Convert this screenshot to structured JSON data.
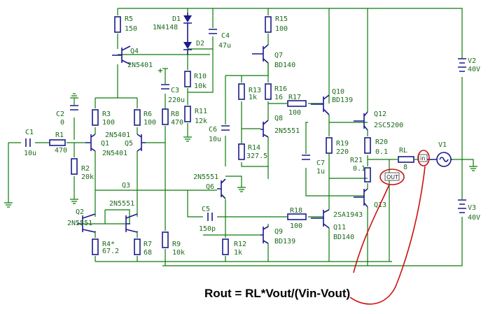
{
  "labels": {
    "R5": "R5",
    "R5_val": "150",
    "D1": "D1",
    "D1_val": "1N4148",
    "D2": "D2",
    "C4": "C4",
    "C4_val": "47u",
    "R15": "R15",
    "R15_val": "100",
    "Q4": "Q4",
    "Q4_val": "2N5401",
    "Q7": "Q7",
    "Q7_val": "BD140",
    "R10": "R10",
    "R10_val": "10k",
    "C3": "C3",
    "C3_val": "220u",
    "R13": "R13",
    "R13_val": "1k",
    "R16": "R16",
    "R16_val": "16",
    "R17": "R17",
    "R17_val": "100",
    "Q10": "Q10",
    "Q10_val": "BD139",
    "R11": "R11",
    "R11_val": "12k",
    "R8": "R8",
    "R8_val": "470",
    "R3": "R3",
    "R3_val": "100",
    "R6": "R6",
    "R6_val": "100",
    "C2": "C2",
    "C2_val": "0",
    "C1": "C1",
    "C1_val": "10u",
    "R1": "R1",
    "R1_val": "470",
    "Q1": "Q1",
    "Q1_val": "2N5401",
    "Q5": "Q5",
    "Q5_val": "2N5401",
    "Q8": "Q8",
    "Q8_val": "2N5551",
    "C6": "C6",
    "C6_val": "10u",
    "R14": "R14",
    "R14_val": "327.5",
    "R19": "R19",
    "R19_val": "220",
    "Q12": "Q12",
    "Q12_val": "2SC5200",
    "R20": "R20",
    "R20_val": "0.1",
    "RL": "RL",
    "RL_val": "8",
    "V1": "V1",
    "V2": "V2",
    "V2_val": "40V",
    "R2": "R2",
    "R2_val": "20k",
    "Q3": "Q3",
    "Q6": "Q6",
    "Q6_val": "2N5551",
    "C7": "C7",
    "C7_val": "1u",
    "R21": "R21",
    "R21_val": "0.1",
    "Q2": "Q2",
    "Q2_val": "2N5551",
    "Q2b_val": "2N5551",
    "C5": "C5",
    "C5_val": "150p",
    "R18": "R18",
    "R18_val": "100",
    "Q13": "Q13",
    "Q13_val": "2SA1943",
    "Q11": "Q11",
    "Q11_val": "BD140",
    "V3": "V3",
    "V3_val": "40V",
    "R4": "R4*",
    "R4_val": "67.2",
    "R7": "R7",
    "R7_val": "68",
    "R9": "R9",
    "R9_val": "10k",
    "Q9": "Q9",
    "Q9_val": "BD139",
    "R12": "R12",
    "R12_val": "1k"
  },
  "tags": {
    "out": "OUT",
    "in": "in"
  },
  "formula": "Rout = RL*Vout/(Vin-Vout)",
  "colors": {
    "wire": "#0a7a0a",
    "component": "#1a1a8a",
    "annotation": "#cc1111"
  }
}
